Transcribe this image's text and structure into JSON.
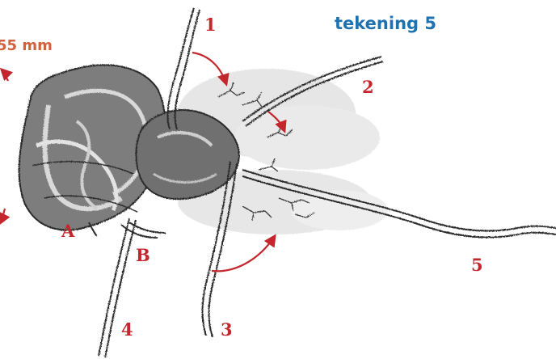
{
  "title": "tekening 5",
  "measurement": "55 mm",
  "labels": {
    "n1": "1",
    "n2": "2",
    "n3": "3",
    "n4": "4",
    "n5": "5",
    "a": "A",
    "b": "B"
  },
  "colors": {
    "title": "#1f72b0",
    "label": "#c3262c",
    "measurement": "#d0623e",
    "arrow": "#c3262c",
    "ink": "#2a2a2a",
    "shade": "#9a9a9a"
  }
}
